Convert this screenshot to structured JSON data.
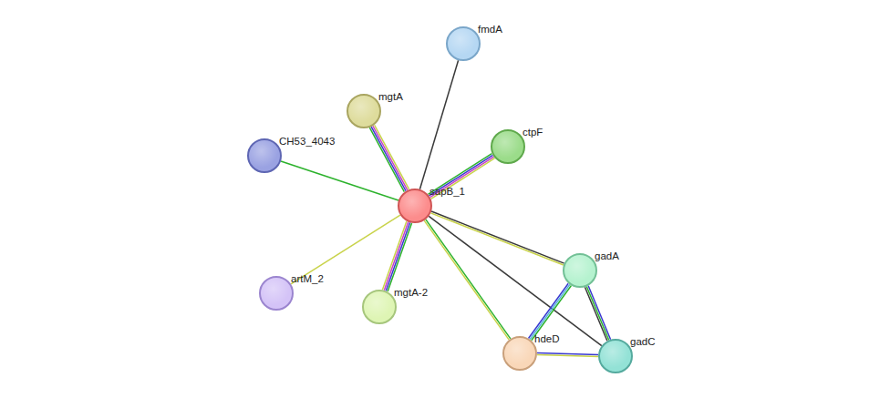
{
  "diagram": {
    "nodes": [
      {
        "text": [
          "fmdA"
        ]
      },
      {
        "text": [
          "mgtA"
        ]
      },
      {
        "text": [
          "ctpF"
        ]
      },
      {
        "text": [
          "CH53_4043"
        ]
      },
      {
        "text": [
          "sapB_1"
        ]
      },
      {
        "text": [
          "gadA"
        ]
      },
      {
        "text": [
          "artM_2"
        ]
      },
      {
        "text": [
          "mgtA-2"
        ]
      },
      {
        "text": [
          "hdeD"
        ]
      },
      {
        "text": [
          "gadC"
        ]
      }
    ],
    "edges": [
      {
        "from": 4,
        "to": 0,
        "arrow": "none"
      },
      {
        "from": 4,
        "to": 1,
        "arrow": "none"
      },
      {
        "from": 4,
        "to": 2,
        "arrow": "none"
      },
      {
        "from": 4,
        "to": 3,
        "arrow": "none"
      },
      {
        "from": 4,
        "to": 6,
        "arrow": "none"
      },
      {
        "from": 4,
        "to": 7,
        "arrow": "none"
      },
      {
        "from": 4,
        "to": 8,
        "arrow": "none"
      },
      {
        "from": 4,
        "to": 5,
        "arrow": "none"
      },
      {
        "from": 4,
        "to": 9,
        "arrow": "none"
      },
      {
        "from": 5,
        "to": 8,
        "arrow": "none"
      },
      {
        "from": 5,
        "to": 9,
        "arrow": "none"
      },
      {
        "from": 8,
        "to": 9,
        "arrow": "none"
      }
    ]
  }
}
